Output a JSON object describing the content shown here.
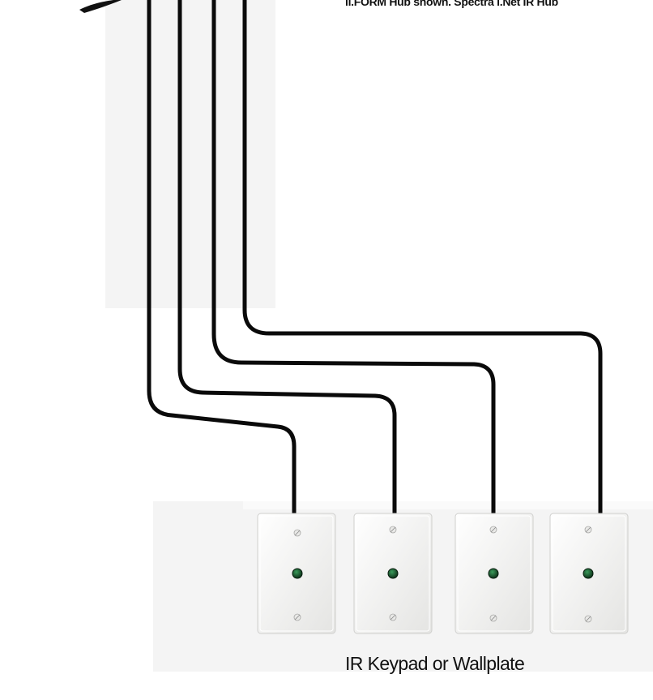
{
  "hub_caption": "ii.FORM Hub shown. Spectra i.Net IR Hub",
  "device_caption": "IR Keypad or Wallplate",
  "wallplates": [
    {
      "name": "wallplate-1"
    },
    {
      "name": "wallplate-2"
    },
    {
      "name": "wallplate-3"
    },
    {
      "name": "wallplate-4"
    }
  ],
  "colors": {
    "cable": "#0a0a0a",
    "plate": "#f2f2f0",
    "receiver": "#0f5a2a"
  }
}
